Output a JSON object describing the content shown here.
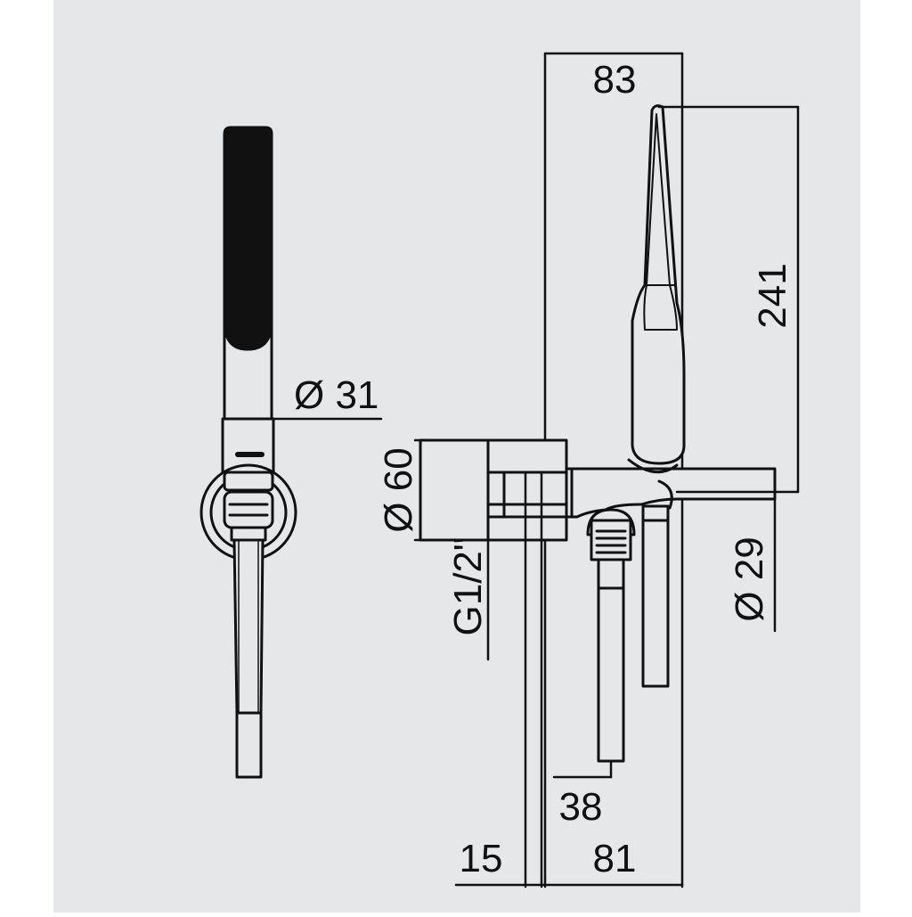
{
  "drawing": {
    "background_color": "#e6e7e9",
    "line_color": "#111111",
    "dimensions": {
      "front_diameter": "Ø 31",
      "flange_diameter": "Ø 60",
      "thread": "G1/2\"",
      "holder_diameter": "Ø 29",
      "width_top": "83",
      "height": "241",
      "depth_38": "38",
      "depth_15": "15",
      "depth_81": "81"
    }
  }
}
